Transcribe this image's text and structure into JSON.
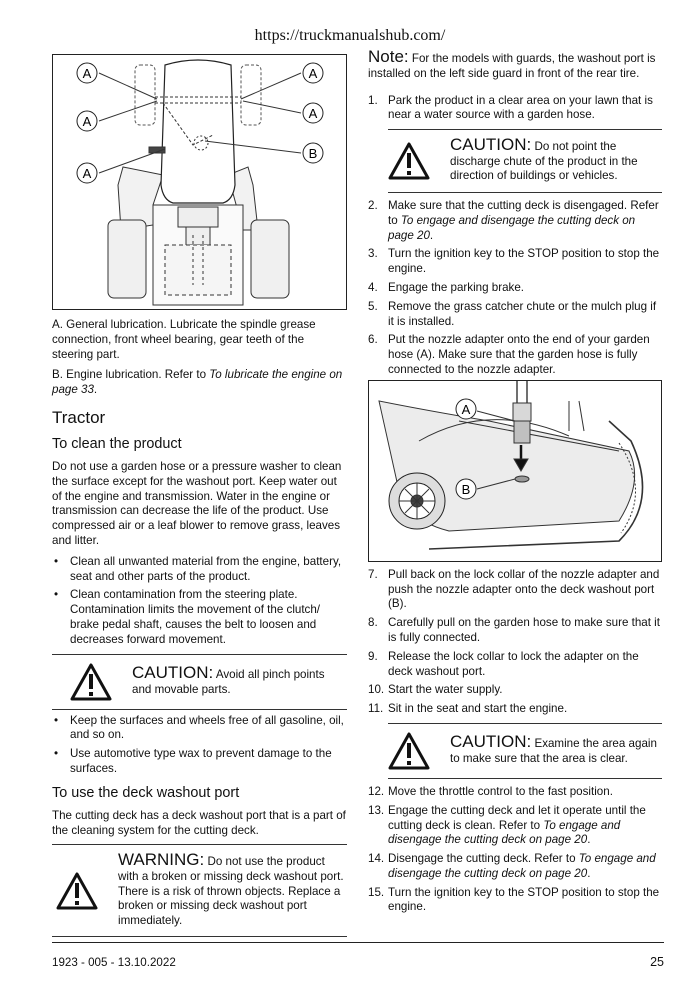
{
  "header": {
    "url": "https://truckmanualshub.com/"
  },
  "left": {
    "figure1": {
      "labels": [
        "A",
        "A",
        "A",
        "A",
        "A",
        "B"
      ]
    },
    "caption_a": "A. General lubrication. Lubricate the spindle grease connection, front wheel bearing, gear teeth of the steering part.",
    "caption_b_prefix": "B. Engine lubrication. Refer to ",
    "caption_b_link": "To lubricate the engine on page 33",
    "caption_b_suffix": ".",
    "section_title": "Tractor",
    "clean_heading": "To clean the product",
    "clean_paragraph": "Do not use a garden hose or a pressure washer to clean the surface except for the washout port. Keep water out of the engine and transmission. Water in the engine or transmission can decrease the life of the product. Use compressed air or a leaf blower to remove grass, leaves and litter.",
    "bullets_1": [
      "Clean all unwanted material from the engine, battery, seat and other parts of the product.",
      "Clean contamination from the steering plate. Contamination limits the movement of the clutch/ brake pedal shaft, causes the belt to loosen and decreases forward movement."
    ],
    "caution_1": {
      "keyword": "CAUTION:",
      "text": " Avoid all pinch points and movable parts."
    },
    "bullets_2": [
      "Keep the surfaces and wheels free of all gasoline, oil, and so on.",
      "Use automotive type wax to prevent damage to the surfaces."
    ],
    "washout_heading": "To use the deck washout port",
    "washout_paragraph": "The cutting deck has a deck washout port that is a part of the cleaning system for the cutting deck.",
    "warning": {
      "keyword": "WARNING:",
      "text": " Do not use the product with a broken or missing deck washout port. There is a risk of thrown objects. Replace a broken or missing deck washout port immediately."
    }
  },
  "right": {
    "note": {
      "keyword": "Note:",
      "text": " For the models with guards, the washout port is installed on the left side guard in front of the rear tire."
    },
    "steps_a": [
      {
        "num": "1.",
        "text": "Park the product in a clear area on your lawn that is near a water source with a garden hose."
      }
    ],
    "caution_2": {
      "keyword": "CAUTION:",
      "text": " Do not point the discharge chute of the product in the direction of buildings or vehicles."
    },
    "steps_b": [
      {
        "num": "2.",
        "text": "Make sure that the cutting deck is disengaged. Refer to ",
        "link": "To engage and disengage the cutting deck on page 20",
        "after": "."
      },
      {
        "num": "3.",
        "text": "Turn the ignition key to the STOP position to stop the engine."
      },
      {
        "num": "4.",
        "text": "Engage the parking brake."
      },
      {
        "num": "5.",
        "text": "Remove the grass catcher chute or the mulch plug if it is installed."
      },
      {
        "num": "6.",
        "text": "Put the nozzle adapter onto the end of your garden hose (A). Make sure that the garden hose is fully connected to the nozzle adapter."
      }
    ],
    "figure2": {
      "labels": [
        "A",
        "B"
      ]
    },
    "steps_c": [
      {
        "num": "7.",
        "text": "Pull back on the lock collar of the nozzle adapter and push the nozzle adapter onto the deck washout port (B)."
      },
      {
        "num": "8.",
        "text": "Carefully pull on the garden hose to make sure that it is fully connected."
      },
      {
        "num": "9.",
        "text": "Release the lock collar to lock the adapter on the deck washout port."
      },
      {
        "num": "10.",
        "text": "Start the water supply."
      },
      {
        "num": "11.",
        "text": "Sit in the seat and start the engine."
      }
    ],
    "caution_3": {
      "keyword": "CAUTION:",
      "text": " Examine the area again to make sure that the area is clear."
    },
    "steps_d": [
      {
        "num": "12.",
        "text": "Move the throttle control to the fast position."
      },
      {
        "num": "13.",
        "text": "Engage the cutting deck and let it operate until the cutting deck is clean. Refer to ",
        "link": "To engage and disengage the cutting deck on page 20",
        "after": "."
      },
      {
        "num": "14.",
        "text": "Disengage the cutting deck. Refer to ",
        "link": "To engage and disengage the cutting deck on page 20",
        "after": "."
      },
      {
        "num": "15.",
        "text": "Turn the ignition key to the STOP position to stop the engine."
      }
    ]
  },
  "footer": {
    "doc_id": "1923 - 005 - 13.10.2022",
    "page": "25"
  }
}
